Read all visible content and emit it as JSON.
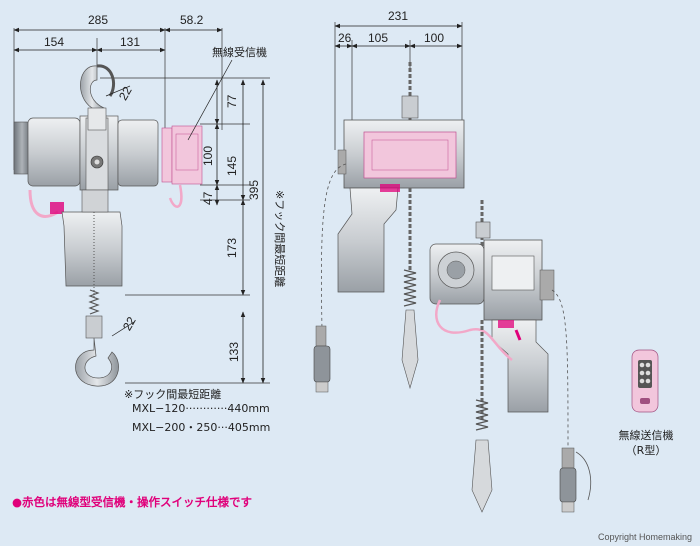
{
  "dimensions": {
    "top_overall": "285",
    "top_right": "58.2",
    "left_a": "154",
    "left_b": "131",
    "receiver_v1": "77",
    "receiver_v2": "100",
    "receiver_v3": "47",
    "body_145": "145",
    "body_173": "173",
    "overall_395": "395",
    "hook_133": "133",
    "hook_angle": "22",
    "right_overall": "231",
    "right_a": "26",
    "right_b": "105",
    "right_c": "100"
  },
  "labels": {
    "receiver": "無線受信機",
    "hook_distance_vertical": "※フック間最短距離",
    "transmitter": "無線送信機",
    "transmitter_type": "（R型）"
  },
  "note": {
    "title": "※フック間最短距離",
    "row1": "MXL−120············440mm",
    "row2": "MXL−200・250···405mm"
  },
  "caption": "●赤色は無線型受信機・操作スイッチ仕様です",
  "copyright": "Copyright Homemaking",
  "colors": {
    "background": "#dde9f4",
    "body_gray": "#b8bcc0",
    "accent_pink": "#e0007a",
    "receiver_pink": "#f2c6dc"
  }
}
